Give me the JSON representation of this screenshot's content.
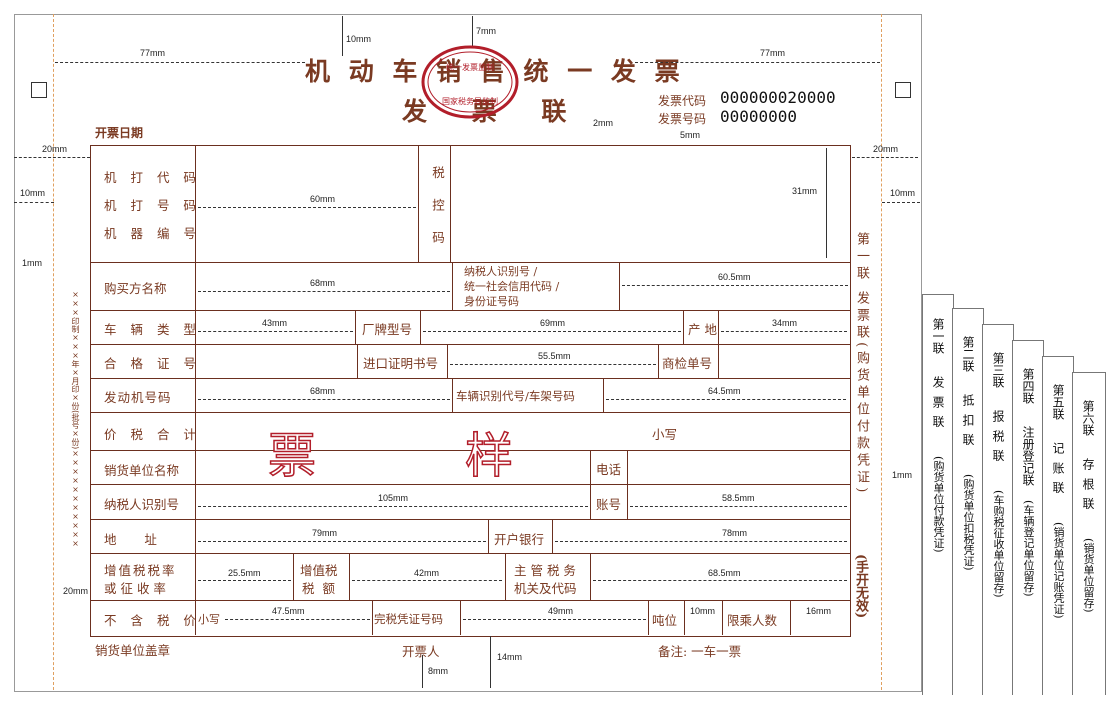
{
  "header": {
    "title": "机 动 车 销 售 统 一 发 票",
    "subtitle": "发 票 联",
    "issue_date_label": "开票日期",
    "invoice_code_label": "发票代码",
    "invoice_code": "000000020000",
    "invoice_number_label": "发票号码",
    "invoice_number": "00000000",
    "seal_text": "统一发票监制 国家税务局监制"
  },
  "rows": {
    "machine_code": "机 打 代 码",
    "machine_number": "机 打 号 码",
    "machine_serial": "机 器 编 号",
    "tax_control": "税 控 码",
    "buyer_name": "购买方名称",
    "taxpayer_id_line1": "纳税人识别号 /",
    "taxpayer_id_line2": "统一社会信用代码 /",
    "taxpayer_id_line3": "身份证号码",
    "vehicle_type": "车 辆 类 型",
    "brand_model": "厂牌型号",
    "origin": "产 地",
    "certificate_no": "合 格 证 号",
    "import_cert_no": "进口证明书号",
    "inspection_no": "商检单号",
    "engine_no": "发动机号码",
    "vin": "车辆识别代号/车架号码",
    "total_price_tax": "价 税 合 计",
    "lowercase": "小写",
    "seller_name": "销货单位名称",
    "phone": "电话",
    "seller_taxpayer_id": "纳税人识别号",
    "account": "账号",
    "address": "地       址",
    "bank": "开户银行",
    "vat_rate_line1": "增值税税率",
    "vat_rate_line2": "或 征 收 率",
    "vat_amount_line1": "增值税",
    "vat_amount_line2": "税  额",
    "tax_office_line1": "主 管 税 务",
    "tax_office_line2": "机关及代码",
    "price_excl_tax": "不 含 税 价",
    "lowercase2": "小写",
    "tax_paid_cert": "完税凭证号码",
    "tonnage": "吨位",
    "seats": "限乘人数"
  },
  "footer": {
    "seller_seal": "销货单位盖章",
    "drawer": "开票人",
    "remark": "备注: 一车一票"
  },
  "watermark": [
    "票",
    "样"
  ],
  "side": {
    "copy1_vertical": "第一联 发票联(购货单位付款凭证)",
    "handwritten_invalid": "(手开无效)",
    "left_vertical_text": "×××印制×××年×月印×份(批号×份)×××××××××××"
  },
  "dimensions": {
    "top_margin": "10mm",
    "seal_offset": "7mm",
    "left_width": "77mm",
    "right_width": "77mm",
    "left_margin": "20mm",
    "right_margin": "20mm",
    "left_inner": "10mm",
    "right_inner": "10mm",
    "code_gap": "2mm",
    "code_gap2": "5mm",
    "tax_control_height": "31mm",
    "machine_width": "60mm",
    "line_gap": "1mm",
    "line_gap_right": "1mm",
    "buyer_width": "68mm",
    "taxpayer_width": "60.5mm",
    "vehicle_type_w": "43mm",
    "brand_w": "69mm",
    "origin_w": "34mm",
    "import_w": "55.5mm",
    "engine_w": "68mm",
    "vin_w": "64.5mm",
    "seller_tax_w": "105mm",
    "account_w": "58.5mm",
    "address_w": "79mm",
    "bank_w": "78mm",
    "vat_rate_w": "25.5mm",
    "vat_amount_w": "42mm",
    "tax_office_w": "68.5mm",
    "vat_row_h": "20mm",
    "price_w": "47.5mm",
    "cert_w": "49mm",
    "tonnage_w": "10mm",
    "seats_w": "16mm",
    "bottom_gap": "14mm",
    "bottom_gap2": "8mm"
  },
  "copies": [
    {
      "title": "第一联",
      "name": "发 票 联",
      "note": "(购货单位付款凭证)"
    },
    {
      "title": "第二联",
      "name": "抵 扣 联",
      "note": "(购货单位扣税凭证)"
    },
    {
      "title": "第三联",
      "name": "报 税 联",
      "note": "(车购税征收单位留存)"
    },
    {
      "title": "第四联",
      "name": "注册登记联",
      "note": "(车辆登记单位留存)"
    },
    {
      "title": "第五联",
      "name": "记 账 联",
      "note": "(销货单位记账凭证)"
    },
    {
      "title": "第六联",
      "name": "存 根 联",
      "note": "(销货单位留存)"
    }
  ],
  "colors": {
    "ink": "#6b2f1f",
    "seal": "#b21e2a"
  }
}
